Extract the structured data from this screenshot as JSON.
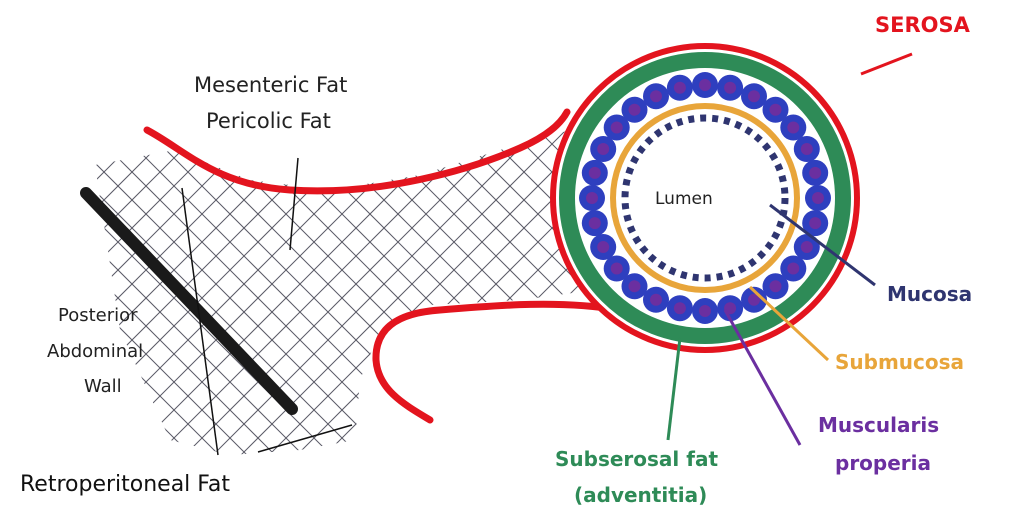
{
  "labels": {
    "serosa": "SEROSA",
    "mesenteric_fat": "Mesenteric Fat",
    "pericolic_fat": "Pericolic Fat",
    "posterior": "Posterior",
    "abdominal": "Abdominal",
    "wall": "Wall",
    "retroperitoneal_fat": "Retroperitoneal Fat",
    "lumen": "Lumen",
    "mucosa": "Mucosa",
    "submucosa": "Submucosa",
    "muscularis": "Muscularis",
    "properia": "properia",
    "subserosal_fat": "Subserosal fat",
    "adventitia": "(adventitia)"
  },
  "colors": {
    "serosa_red": "#e3141e",
    "subserosal_green": "#2e8b57",
    "muscularis_blue": "#2e3fbf",
    "muscularis_purple": "#6b2fa0",
    "submucosa_orange": "#e8a53a",
    "mucosa_navy": "#2f3570",
    "wall_black": "#1a1a1a",
    "grid_gray": "#555555"
  }
}
